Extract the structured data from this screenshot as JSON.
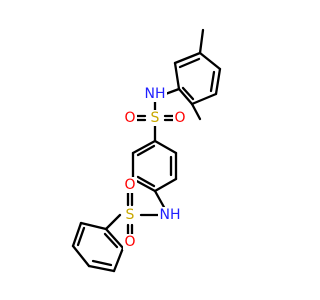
{
  "colors": {
    "bond": "#000000",
    "N": "#2020ff",
    "S": "#c8a800",
    "O": "#ff0000",
    "background": "#ffffff"
  },
  "atoms": {
    "upper_nh": {
      "element": "N",
      "label": "NH"
    },
    "upper_s": {
      "element": "S",
      "label": "S"
    },
    "upper_o_left": {
      "element": "O",
      "label": "O"
    },
    "upper_o_right": {
      "element": "O",
      "label": "O"
    },
    "lower_nh": {
      "element": "N",
      "label": "NH"
    },
    "lower_s": {
      "element": "S",
      "label": "S"
    },
    "lower_o_top": {
      "element": "O",
      "label": "O"
    },
    "lower_o_bottom": {
      "element": "O",
      "label": "O"
    }
  }
}
